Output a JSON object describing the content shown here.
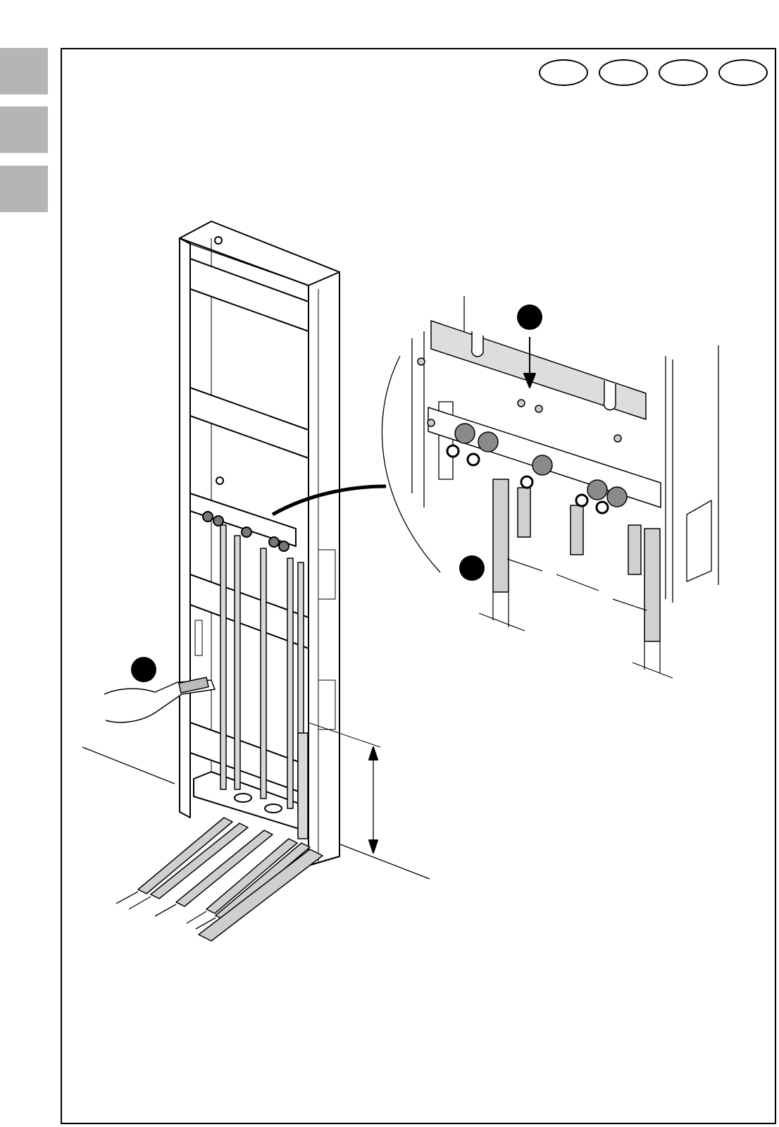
{
  "page": {
    "side_tabs": [
      {
        "name": "tab-1",
        "color": "#b5b5b5"
      },
      {
        "name": "tab-2",
        "color": "#b5b5b5"
      },
      {
        "name": "tab-3",
        "color": "#b5b5b5"
      }
    ],
    "language_ovals": [
      "",
      "",
      "",
      ""
    ],
    "callouts": [
      "",
      "",
      ""
    ]
  }
}
